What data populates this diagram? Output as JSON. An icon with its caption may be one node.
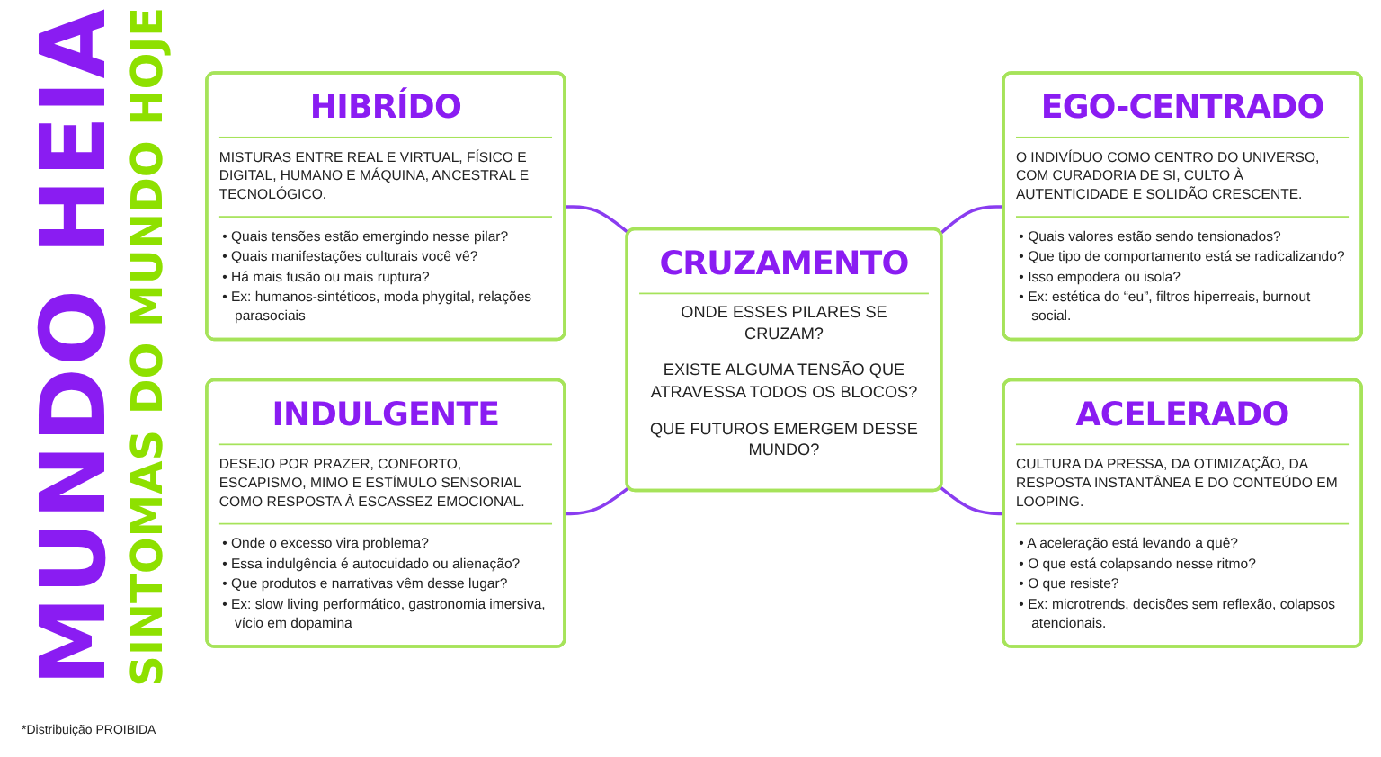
{
  "diagram": {
    "title": "MUNDO HEIA",
    "nodes": [
      {
        "text": [
          "HIBRÍDO",
          "MISTURAS ENTRE REAL E VIRTUAL, FÍSICO E DIGITAL, HUMANO E MÁQUINA, ANCESTRAL E TECNOLÓGICO.",
          "• Quais tensões estão emergindo nesse pilar?",
          "• Quais manifestações culturais você vê?",
          "• Há mais fusão ou mais ruptura?",
          "• Ex: humanos-sintéticos, moda phygital, relações parasociais"
        ]
      },
      {
        "text": [
          "EGO-CENTRADO",
          "O INDIVÍDUO COMO CENTRO DO UNIVERSO, COM CURADORIA DE SI, CULTO À AUTENTICIDADE E SOLIDÃO CRESCENTE.",
          "• Quais valores estão sendo tensionados?",
          "• Que tipo de comportamento está se radicalizando?",
          "• Isso empodera ou isola?",
          "• Ex: estética do “eu”, filtros hiperreais, burnout social."
        ]
      },
      {
        "text": [
          "CRUZAMENTO",
          "ONDE ESSES PILARES SE CRUZAM?",
          "EXISTE ALGUMA TENSÃO QUE ATRAVESSA TODOS OS BLOCOS?",
          "QUE FUTUROS EMERGEM DESSE MUNDO?"
        ]
      },
      {
        "text": [
          "INDULGENTE",
          "DESEJO POR PRAZER, CONFORTO, ESCAPISMO, MIMO E ESTÍMULO SENSORIAL COMO RESPOSTA À ESCASSEZ EMOCIONAL.",
          "• Onde o excesso vira problema?",
          "• Essa indulgência é autocuidado ou alienação?",
          "• Que produtos e narrativas vêm desse lugar?",
          "• Ex: slow living performático, gastronomia imersiva, vício em dopamina"
        ]
      },
      {
        "text": [
          "ACELERADO",
          "CULTURA DA PRESSA, DA OTIMIZAÇÃO, DA RESPOSTA INSTANTÂNEA E DO CONTEÚDO EM LOOPING.",
          "• A aceleração está levando a quê?",
          "• O que está colapsando nesse ritmo?",
          "• O que resiste?",
          "• Ex: microtrends, decisões sem reflexão, colapsos atencionais."
        ]
      }
    ],
    "edges": [
      {
        "from": 0,
        "to": 2,
        "arrow": "none"
      },
      {
        "from": 2,
        "to": 1,
        "arrow": "none"
      },
      {
        "from": 3,
        "to": 2,
        "arrow": "none"
      },
      {
        "from": 2,
        "to": 4,
        "arrow": "none"
      }
    ],
    "labels": [
      "SINTOMAS DO MUNDO HOJE",
      "*Distribuição PROIBIDA"
    ]
  }
}
